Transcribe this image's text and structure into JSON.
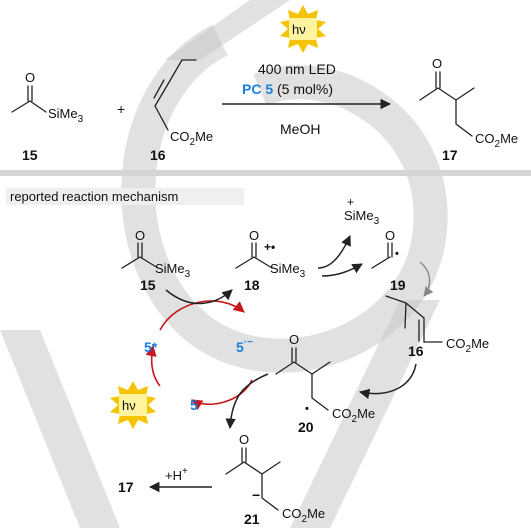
{
  "reaction": {
    "sun_label": "hν",
    "conditions_line1": "400 nm LED",
    "conditions_pc": "PC 5",
    "conditions_pc_rest": " (5 mol%)",
    "conditions_solvent": "MeOH",
    "plus": "+",
    "sime3": "SiMe",
    "sub3": "3",
    "co2me_pre": "CO",
    "co2me_sub": "2",
    "co2me_post": "Me",
    "o": "O",
    "cmpd15": "15",
    "cmpd16": "16",
    "cmpd17": "17"
  },
  "mechanism": {
    "title": "reported reaction mechanism",
    "cmpd15": "15",
    "cmpd18": "18",
    "cmpd19": "19",
    "cmpd16": "16",
    "cmpd20": "20",
    "cmpd21": "21",
    "cmpd17": "17",
    "pc_excited": "5*",
    "pc_ground": "5",
    "pc_reduced": "5",
    "pc_reduced_sup": "·−",
    "sun_label": "hν",
    "proton": "+H",
    "plus_sign": "+",
    "radical_cation": "+•",
    "radical_dot": "•",
    "minus": "−"
  }
}
